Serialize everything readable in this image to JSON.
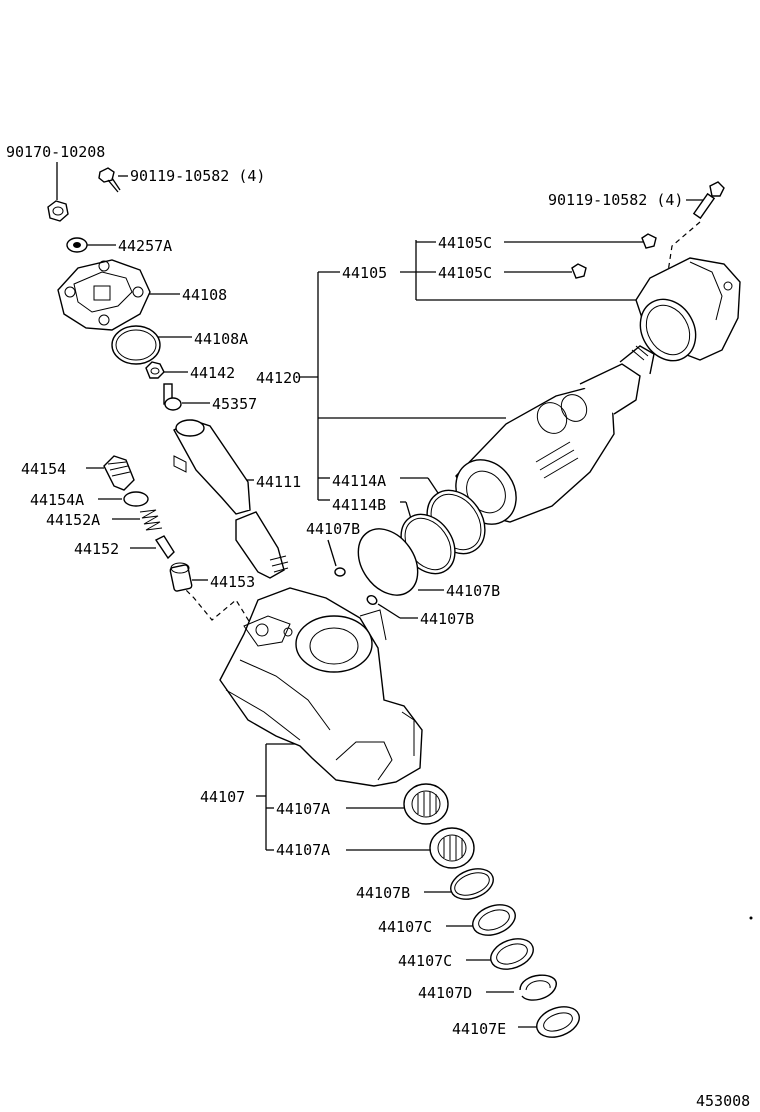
{
  "labels": {
    "p90170_10208": "90170-10208",
    "p90119_10582_left": "90119-10582 (4)",
    "p90119_10582_right": "90119-10582 (4)",
    "p44257A": "44257A",
    "p44108": "44108",
    "p44108A": "44108A",
    "p44142": "44142",
    "p45357": "45357",
    "p44120": "44120",
    "p44105": "44105",
    "p44105C_1": "44105C",
    "p44105C_2": "44105C",
    "p44154": "44154",
    "p44154A": "44154A",
    "p44152A": "44152A",
    "p44152": "44152",
    "p44153": "44153",
    "p44111": "44111",
    "p44114A": "44114A",
    "p44114B": "44114B",
    "p44107B_1": "44107B",
    "p44107B_2": "44107B",
    "p44107B_3": "44107B",
    "p44107B_4": "44107B",
    "p44107": "44107",
    "p44107A_1": "44107A",
    "p44107A_2": "44107A",
    "p44107C_1": "44107C",
    "p44107C_2": "44107C",
    "p44107D": "44107D",
    "p44107E": "44107E"
  },
  "figure_code": "453008"
}
